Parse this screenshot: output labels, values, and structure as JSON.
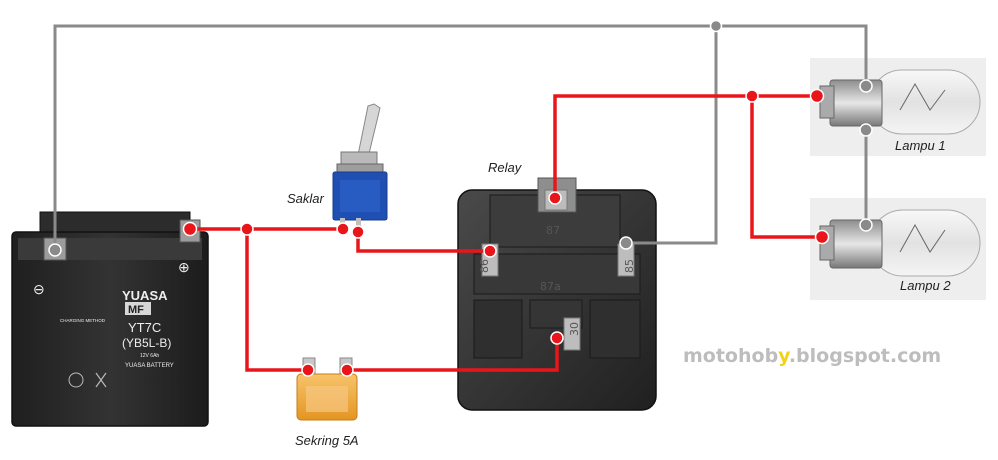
{
  "labels": {
    "switch": "Saklar",
    "relay": "Relay",
    "fuse": "Sekring 5A",
    "lamp1": "Lampu 1",
    "lamp2": "Lampu 2"
  },
  "watermark": {
    "prefix": "motohob",
    "highlight": "y",
    "suffix": ".blogspot.com"
  },
  "battery": {
    "brand": "YUASA",
    "type": "MF",
    "model": "YT7C",
    "model_sub": "(YB5L-B)",
    "voltage": "12V 6Ah",
    "footer": "YUASA BATTERY",
    "charging": "CHARGING METHOD",
    "minus": "⊖",
    "plus": "⊕"
  },
  "relay_pins": {
    "p87": "87",
    "p87a": "87a",
    "p86": "86",
    "p85": "85",
    "p30": "30"
  },
  "colors": {
    "positive_wire": "#e8161b",
    "ground_wire": "#8a8a8a",
    "battery_body": "#2a2a2a",
    "relay_body": "#303030",
    "switch_body": "#1f4fb3",
    "fuse_body": "#f0a030",
    "watermark_accent": "#f2d21a"
  }
}
